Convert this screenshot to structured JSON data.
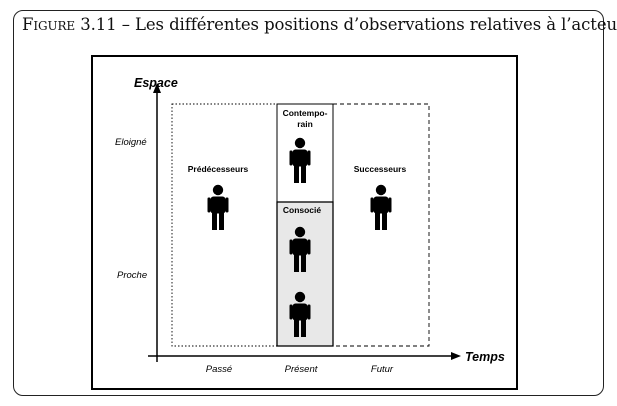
{
  "caption": {
    "label": "Figure 3.11",
    "separator": " – ",
    "text": "Les différentes positions d’observations relatives à l’acteur"
  },
  "axes": {
    "y_title": "Espace",
    "x_title": "Temps",
    "y_levels": [
      "Eloigné",
      "Proche"
    ],
    "x_levels": [
      "Passé",
      "Présent",
      "Futur"
    ]
  },
  "groups": {
    "predecessors": "Prédécesseurs",
    "contemporaries_line1": "Contempo-",
    "contemporaries_line2": "rain",
    "consociates": "Consocié",
    "successors": "Successeurs"
  },
  "icons": {
    "person": "person-icon"
  },
  "colors": {
    "consociate_fill": "#e8e8e8",
    "ink": "#000000"
  }
}
